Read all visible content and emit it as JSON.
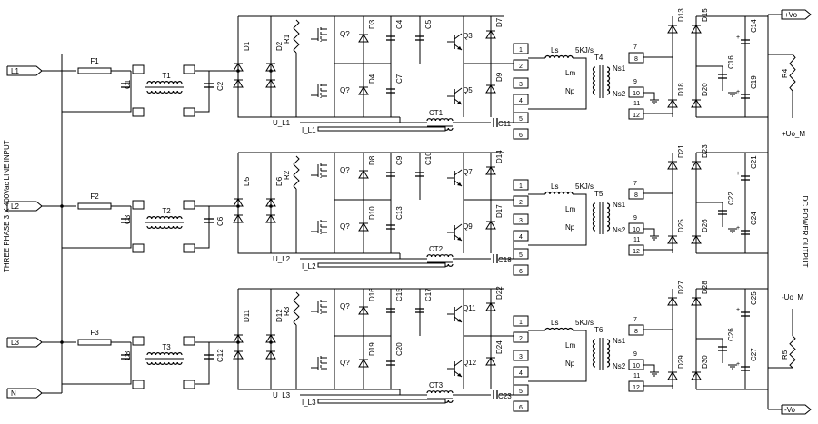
{
  "side_label": "THREE PHASE 3 X 400Vac LINE INPUT",
  "output_side_label": "DC POWER OUTPUT",
  "transformer_rating": "5KJ/s",
  "inputs": [
    {
      "label": "L1",
      "fuse": "F1"
    },
    {
      "label": "L2",
      "fuse": "F2"
    },
    {
      "label": "L3",
      "fuse": "F3"
    },
    {
      "label": "N",
      "fuse": ""
    }
  ],
  "outputs": {
    "vo_plus": "+Vo",
    "vo_minus": "-Vo",
    "uo_plus": "+Uo_M",
    "uo_minus": "-Uo_M",
    "r_top": "R4",
    "r_bot": "R5"
  },
  "stages": [
    {
      "filter_caps": [
        "C1",
        "C2"
      ],
      "choke": "T1",
      "rect_diodes": [
        "D1",
        "D2"
      ],
      "bleed_res": "R1",
      "low_switches": [
        "Q?",
        "Q?"
      ],
      "clamp_diodes": [
        "D3",
        "D4"
      ],
      "clamp_caps": [
        "C4",
        "C7"
      ],
      "mid_cap": "C5",
      "igbts": [
        "Q3",
        "Q5"
      ],
      "igbt_diodes": [
        "D7",
        "D9"
      ],
      "ct": "CT1",
      "ct_cap": "C11",
      "sense_u": "U_L1",
      "sense_i": "I_L1",
      "transformer": "T4",
      "ls": "Ls",
      "lm": "Lm",
      "np": "Np",
      "ns1": "Ns1",
      "ns2": "Ns2",
      "out_diodes": [
        "D13",
        "D15",
        "D18",
        "D20"
      ],
      "out_caps": [
        "C14",
        "C16",
        "C19"
      ],
      "pins_in": [
        "1",
        "2",
        "3",
        "4",
        "5",
        "6"
      ],
      "pins_out": [
        "7",
        "8",
        "9",
        "10",
        "11",
        "12"
      ]
    },
    {
      "filter_caps": [
        "C3",
        "C6"
      ],
      "choke": "T2",
      "rect_diodes": [
        "D5",
        "D6"
      ],
      "bleed_res": "R2",
      "low_switches": [
        "Q?",
        "Q?"
      ],
      "clamp_diodes": [
        "D8",
        "D10"
      ],
      "clamp_caps": [
        "C9",
        "C13"
      ],
      "mid_cap": "C10",
      "igbts": [
        "Q7",
        "Q9"
      ],
      "igbt_diodes": [
        "D14",
        "D17"
      ],
      "ct": "CT2",
      "ct_cap": "C18",
      "sense_u": "U_L2",
      "sense_i": "I_L2",
      "transformer": "T5",
      "ls": "Ls",
      "lm": "Lm",
      "np": "Np",
      "ns1": "Ns1",
      "ns2": "Ns2",
      "out_diodes": [
        "D21",
        "D23",
        "D25",
        "D26"
      ],
      "out_caps": [
        "C21",
        "C22",
        "C24"
      ],
      "pins_in": [
        "1",
        "2",
        "3",
        "4",
        "5",
        "6"
      ],
      "pins_out": [
        "7",
        "8",
        "9",
        "10",
        "11",
        "12"
      ]
    },
    {
      "filter_caps": [
        "C8",
        "C12"
      ],
      "choke": "T3",
      "rect_diodes": [
        "D11",
        "D12"
      ],
      "bleed_res": "R3",
      "low_switches": [
        "Q?",
        "Q?"
      ],
      "clamp_diodes": [
        "D16",
        "D19"
      ],
      "clamp_caps": [
        "C15",
        "C20"
      ],
      "mid_cap": "C17",
      "igbts": [
        "Q11",
        "Q12"
      ],
      "igbt_diodes": [
        "D22",
        "D24"
      ],
      "ct": "CT3",
      "ct_cap": "C23",
      "sense_u": "U_L3",
      "sense_i": "I_L3",
      "transformer": "T6",
      "ls": "Ls",
      "lm": "Lm",
      "np": "Np",
      "ns1": "Ns1",
      "ns2": "Ns2",
      "out_diodes": [
        "D27",
        "D28",
        "D29",
        "D30"
      ],
      "out_caps": [
        "C25",
        "C26",
        "C27"
      ],
      "pins_in": [
        "1",
        "2",
        "3",
        "4",
        "5",
        "6"
      ],
      "pins_out": [
        "7",
        "8",
        "9",
        "10",
        "11",
        "12"
      ]
    }
  ]
}
